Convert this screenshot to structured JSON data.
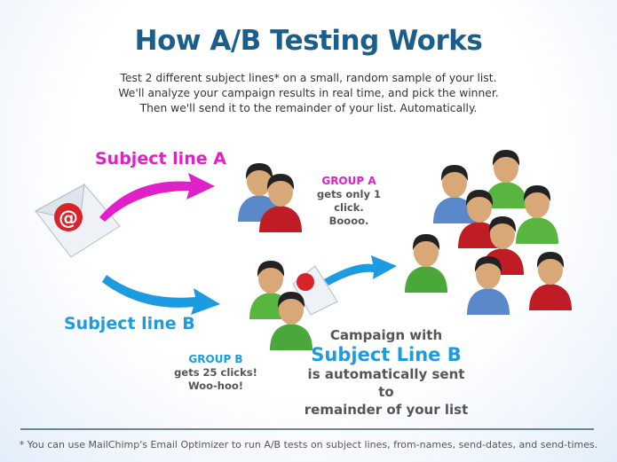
{
  "title": "How A/B Testing Works",
  "intro": [
    "Test 2 different subject lines* on a small, random sample of your list.",
    "We'll analyze your campaign results in real time, and pick the winner.",
    "Then we'll send it to the remainder of your list. Automatically."
  ],
  "subject_a": "Subject line A",
  "subject_b": "Subject line B",
  "group_a": {
    "heading": "GROUP A",
    "line1": "gets only 1 click.",
    "line2": "Boooo."
  },
  "group_b": {
    "heading": "GROUP B",
    "line1": "gets 25 clicks!",
    "line2": "Woo-hoo!"
  },
  "campaign": {
    "line1": "Campaign with",
    "line2": "Subject Line B",
    "line3": "is automatically sent to",
    "line4": "remainder of your list"
  },
  "footnote": "* You can use MailChimp's Email Optimizer to run A/B tests on subject lines, from-names, send-dates, and send-times.",
  "colors": {
    "title": "#1b5e8c",
    "a": "#e020c8",
    "b": "#1d9be0"
  }
}
